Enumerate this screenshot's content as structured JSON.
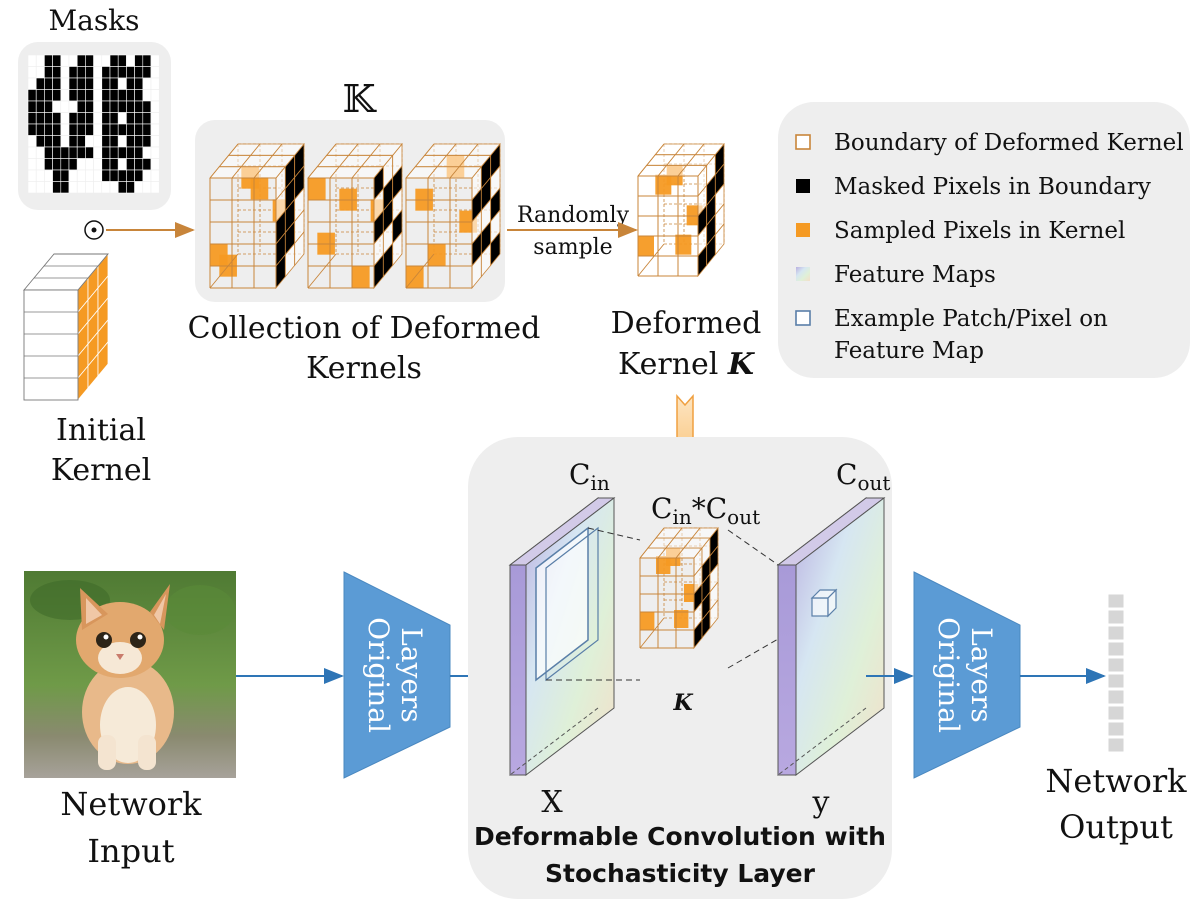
{
  "masks": {
    "title": "Masks"
  },
  "operator_symbol": "⊙",
  "collection": {
    "set_symbol": "𝕂",
    "label_line1": "Collection of Deformed",
    "label_line2": "Kernels"
  },
  "sampling_arrow": {
    "line1": "Randomly",
    "line2": "sample"
  },
  "deformed_kernel": {
    "line1": "Deformed",
    "line2_prefix": "Kernel ",
    "symbol": "K"
  },
  "initial_kernel": {
    "line1": "Initial",
    "line2": "Kernel"
  },
  "legend": {
    "items": [
      {
        "icon": "boundary-square-icon",
        "label": "Boundary of Deformed Kernel",
        "color": "#c8853a"
      },
      {
        "icon": "masked-pixel-icon",
        "label": "Masked Pixels in Boundary",
        "color": "#000000"
      },
      {
        "icon": "sampled-pixel-icon",
        "label": "Sampled Pixels in Kernel",
        "color": "#f59a23"
      },
      {
        "icon": "feature-map-icon",
        "label": "Feature Maps",
        "color": "#a9c8e8"
      },
      {
        "icon": "example-patch-icon",
        "label": "Example Patch/Pixel on",
        "label2": "Feature Map",
        "color": "#5a7fa8"
      }
    ]
  },
  "layer": {
    "cin": "C",
    "cin_sub": "in",
    "cin_cout_a": "C",
    "cin_cout_a_sub": "in",
    "cin_cout_star": "*C",
    "cin_cout_b_sub": "out",
    "cout": "C",
    "cout_sub": "out",
    "kernel_symbol": "K",
    "x_label": "X",
    "y_label": "y",
    "title_line1": "Deformable Convolution with",
    "title_line2": "Stochasticity Layer"
  },
  "original_layers": {
    "label_line1": "Original",
    "label_line2": "Layers",
    "color": "#5b9bd5"
  },
  "network_input": {
    "line1": "Network",
    "line2": "Input"
  },
  "network_output": {
    "line1": "Network",
    "line2": "Output"
  },
  "colors": {
    "orange": "#f59a23",
    "kernel_edge": "#c8853a",
    "arrow_blue": "#2e75b6",
    "panel": "#eeeeee"
  }
}
